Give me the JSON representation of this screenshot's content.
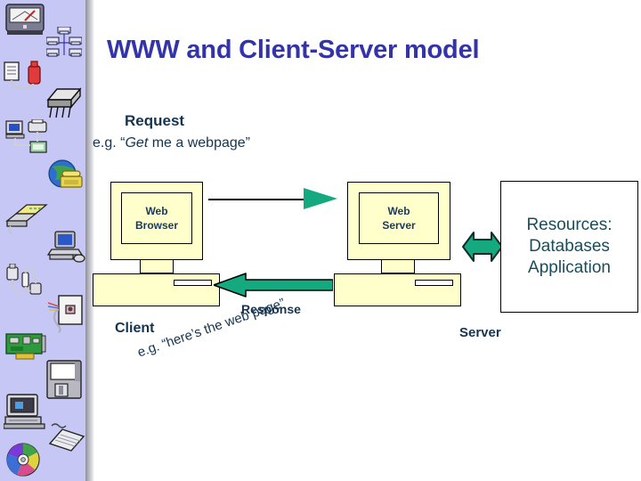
{
  "slide": {
    "title": "WWW and Client-Server model",
    "title_color": "#3333AA",
    "background": "#FFFFFF"
  },
  "sidebar": {
    "background_color": "#C7C7F5",
    "icons": [
      {
        "name": "gauge-meter-icon",
        "label": "Gauge meter"
      },
      {
        "name": "network-topology-icon",
        "label": "Network topology"
      },
      {
        "name": "device-red-canister-icon",
        "label": "Device with red canister"
      },
      {
        "name": "chip-icon",
        "label": "Microchip"
      },
      {
        "name": "computer-printer-network-icon",
        "label": "Computer and printer network"
      },
      {
        "name": "globe-telephone-icon",
        "label": "Globe with telephone"
      },
      {
        "name": "modem-icon",
        "label": "Modem"
      },
      {
        "name": "workstation-icon",
        "label": "Computer workstation"
      },
      {
        "name": "cable-connectors-icon",
        "label": "Cable connectors"
      },
      {
        "name": "wall-jack-icon",
        "label": "Network wall jack"
      },
      {
        "name": "network-card-icon",
        "label": "Network interface card"
      },
      {
        "name": "floppy-disk-icon",
        "label": "Floppy disk"
      },
      {
        "name": "desktop-computer-icon",
        "label": "Desktop computer"
      },
      {
        "name": "keyboard-icon",
        "label": "Keyboard"
      },
      {
        "name": "compact-disc-icon",
        "label": "Compact disc"
      }
    ]
  },
  "request": {
    "heading": "Request",
    "example_prefix": "e.g. “",
    "example_italic": "Get",
    "example_suffix": " me a webpage”"
  },
  "response": {
    "heading": "Response",
    "example": "e.g. “here’s the web page”"
  },
  "browser": {
    "line1": "Web",
    "line2": "Browser",
    "side_label": "Client",
    "fill_color": "#FFFFCC"
  },
  "server": {
    "line1": "Web",
    "line2": "Server",
    "side_label": "Server",
    "fill_color": "#FFFFCC"
  },
  "resources": {
    "line1": "Resources:",
    "line2": "Databases",
    "line3": "Application",
    "fill_color": "#FFFFFF",
    "text_color": "#1A4D5C"
  },
  "arrows": {
    "request_arrow_name": "request-arrow",
    "response_arrow_name": "response-arrow",
    "resource_arrow_name": "server-resources-double-arrow",
    "green_color": "#14A97E"
  }
}
